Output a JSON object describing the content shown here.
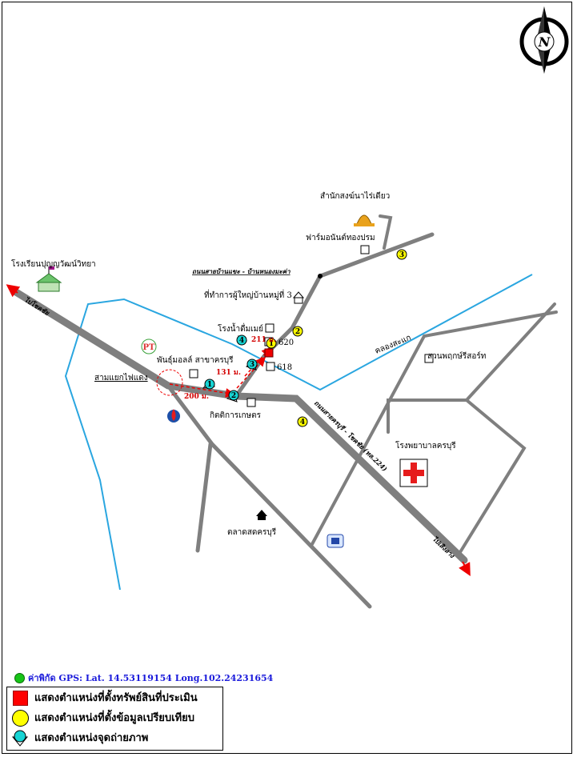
{
  "labels": {
    "temple": "สำนักสงฆ์นาไร่เดียว",
    "farm": "ฟาร์มอนันต์ทองปรม",
    "road_banrae": "ถนนสายบ้านแขะ - บ้านหนองมะค่า",
    "headman_office": "ที่ทำการผู้ใหญ่บ้านหมู่ที่ 3",
    "ice_factory": "โรงน้ำดื่มเมย์",
    "lot_620": "620",
    "lot_618": "618",
    "pantip_mall": "พันธุ์มอลล์ สาขาครบุรี",
    "school": "โรงเรียนปุญญวัฒน์วิทยา",
    "junction": "สามแยกไฟแดง",
    "kitti_shop": "กิตติการเกษตร",
    "canal": "คลองสะแก",
    "resort": "สวนพฤกษ์รีสอร์ท",
    "hospital": "โรงพยาบาลครบุรี",
    "market": "ตลาดสดครบุรี",
    "main_road": "ถนนสายครบุรี - โชคชัย (ทล.224)",
    "to_chokchai": "ไปโชคชัย",
    "to_soengsang": "ไปเสิงสาง",
    "dist_200": "200 ม.",
    "dist_131": "131 ม.",
    "dist_211": "211 ม.",
    "north": "N"
  },
  "markers": {
    "yellow": [
      "1",
      "2",
      "3",
      "4"
    ],
    "cyan": [
      "1",
      "2",
      "3",
      "4"
    ]
  },
  "gps": "ค่าพิกัด GPS: Lat. 14.53119154 Long.102.24231654",
  "legend": {
    "red_square": "แสดงตำแหน่งที่ตั้งทรัพย์สินที่ประเมิน",
    "yellow_circle": "แสดงตำแหน่งที่ตั้งข้อมูลเปรียบเทียบ",
    "cyan_marker": "แสดงตำแหน่งจุดถ่ายภาพ"
  },
  "colors": {
    "road": "#7f7f7f",
    "canal": "#2aa6e0",
    "subject": "#ff0000",
    "comparable": "#ffff00",
    "photo_point": "#17d4d4",
    "gps_dot": "#17c417"
  }
}
